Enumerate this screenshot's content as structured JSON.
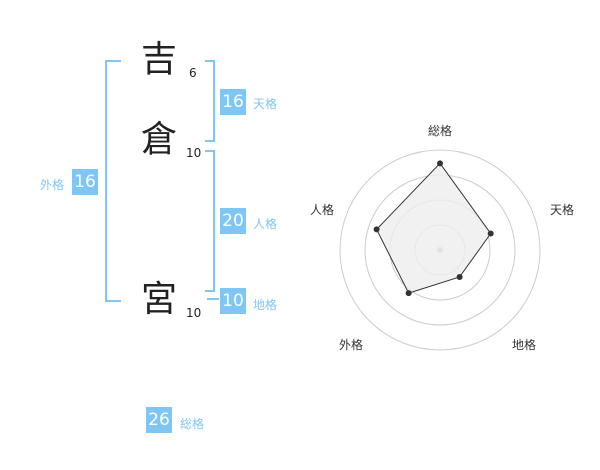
{
  "name": {
    "chars": [
      {
        "char": "吉",
        "strokes": "6"
      },
      {
        "char": "倉",
        "strokes": "10"
      },
      {
        "char": "宮",
        "strokes": "10"
      }
    ]
  },
  "fortune": {
    "tenkaku": {
      "value": "16",
      "label": "天格"
    },
    "jinkaku": {
      "value": "20",
      "label": "人格"
    },
    "chikaku": {
      "value": "10",
      "label": "地格"
    },
    "gaikaku": {
      "value": "16",
      "label": "外格"
    },
    "soukaku": {
      "value": "26",
      "label": "総格"
    }
  },
  "chart_data": {
    "type": "radar",
    "axes": [
      "総格",
      "天格",
      "地格",
      "外格",
      "人格"
    ],
    "values": [
      26,
      16,
      10,
      16,
      20
    ],
    "levels": 4,
    "color": "#333333",
    "fill": "#eeeeee",
    "grid_color": "#cccccc"
  }
}
